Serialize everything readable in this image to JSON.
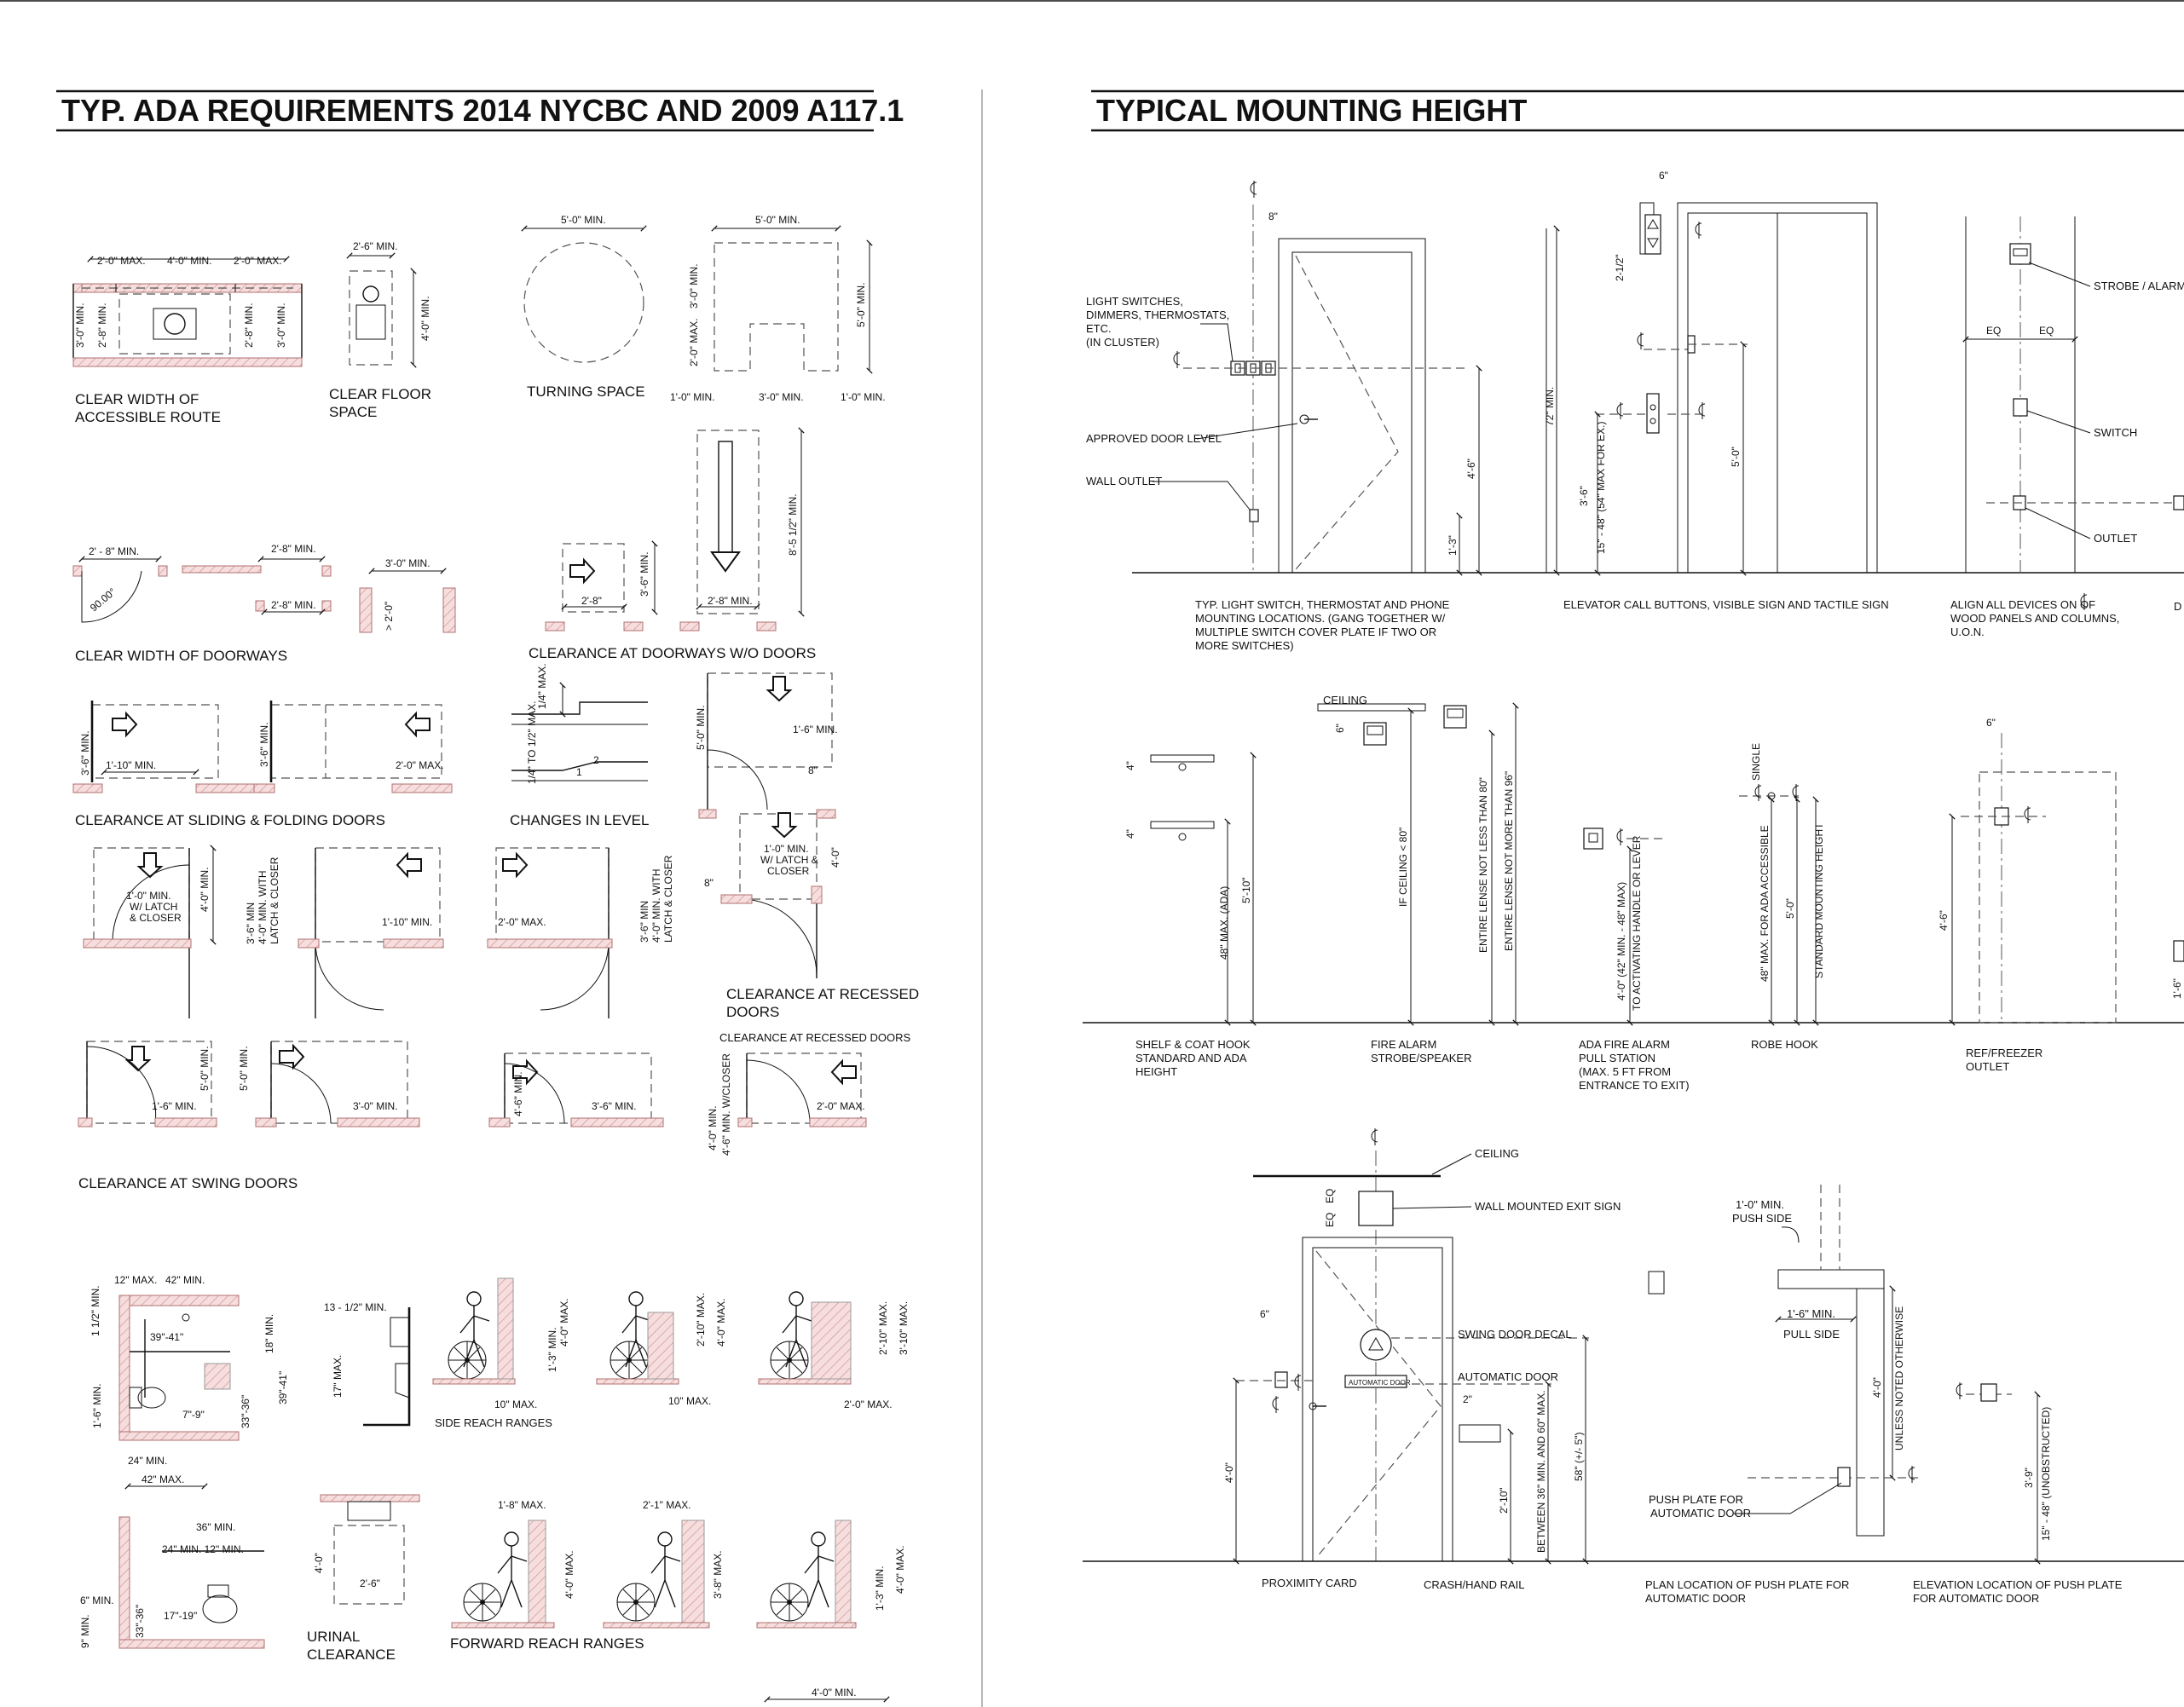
{
  "left_title": "TYP. ADA REQUIREMENTS 2014 NYCBC AND 2009 A117.1",
  "right_title": "TYPICAL MOUNTING HEIGHT",
  "ada": {
    "captions": {
      "clear_width_route": [
        "CLEAR WIDTH OF",
        "ACCESSIBLE ROUTE"
      ],
      "clear_floor_space": [
        "CLEAR FLOOR",
        "SPACE"
      ],
      "turning_space": "TURNING SPACE",
      "doorways": "CLEAR WIDTH OF DOORWAYS",
      "doorways_wo_doors": "CLEARANCE AT DOORWAYS W/O DOORS",
      "sliding_folding": "CLEARANCE AT SLIDING & FOLDING DOORS",
      "changes_in_level": "CHANGES IN LEVEL",
      "recessed_doors": [
        "CLEARANCE AT RECESSED",
        "DOORS"
      ],
      "recessed_doors_small": "CLEARANCE AT RECESSED DOORS",
      "swing_doors": "CLEARANCE AT SWING DOORS",
      "side_reach": "SIDE REACH RANGES",
      "urinal": [
        "URINAL",
        "CLEARANCE"
      ],
      "forward_reach": "FORWARD REACH RANGES"
    },
    "dims": {
      "d2_0_max": "2'-0\" MAX.",
      "d4_0_min": "4'-0\" MIN.",
      "d3_0_min": "3'-0\" MIN.",
      "d2_8_min": "2'-8\" MIN.",
      "d2_6_min": "2'-6\" MIN.",
      "d5_0_min": "5'-0\" MIN.",
      "d1_0_min": "1'-0\" MIN.",
      "d2_8_min_b": "2' - 8\" MIN.",
      "deg90": "90.00°",
      "d3_6_min": "3'-6\" MIN.",
      "d2_8": "2'-8\"",
      "d8_5_half": "8'-5 1/2\" MIN.",
      "gt2_0": "> 2'-0\"",
      "d1_10_min": "1'-10\" MIN.",
      "quarter_max": "1/4\" MAX.",
      "quarter_to_half": "1/4\" TO 1/2\" MAX.",
      "two": "2",
      "one": "1",
      "d1_6_min": "1'-6\" MIN.",
      "d8in": "8\"",
      "latch_closer": [
        "1'-0\" MIN.",
        "W/ LATCH",
        "& CLOSER"
      ],
      "latch_closer2": [
        "1'-0\" MIN.",
        "W/ LATCH &",
        "CLOSER"
      ],
      "with_latch": [
        "3'-6\" MIN",
        "4'-0\" MIN. WITH",
        "LATCH & CLOSER"
      ],
      "d4_0_min_latch": [
        "4'-0\" MIN.",
        "4'-6\" MIN. W/CLOSER"
      ],
      "d4_6_min": "4'-6\" MIN.",
      "d12_max": "12\" MAX.",
      "d42_min": "42\" MIN.",
      "d39_41": "39\"-41\"",
      "d33_36": "33\"-36\"",
      "d7_9": "7\"-9\"",
      "d24_min": "24\" MIN.",
      "d42_max": "42\" MAX.",
      "d18_min": "18\" MIN.",
      "d1_half_min": "1 1/2\" MIN.",
      "d1_6_min_b": "1'-6\" MIN.",
      "d13_half": "13 - 1/2\" MIN.",
      "d17_max": "17\" MAX.",
      "d4_0_max": "4'-0\" MAX.",
      "d1_3_min": "1'-3\" MIN.",
      "d10_max": "10\" MAX.",
      "d2_10_max": "2'-10\" MAX.",
      "d3_10_max": "3'-10\" MAX.",
      "d36_min": "36\" MIN.",
      "d24_12": "24\" MIN. 12\" MIN.",
      "d17_19": "17\"-19\"",
      "d6_min": "6\" MIN.",
      "d9_min": "9\" MIN.",
      "d4_0": "4'-0\"",
      "d2_6": "2'-6\"",
      "d1_8_max": "1'-8\" MAX.",
      "d2_1_max": "2'-1\" MAX.",
      "d3_8_max": "3'-8\" MAX.",
      "d4_0_min_b": "4'-0\" MIN."
    }
  },
  "mount": {
    "row1": {
      "light_switches": [
        "LIGHT SWITCHES,",
        "DIMMERS, THERMOSTATS,",
        "ETC.",
        "(IN CLUSTER)"
      ],
      "approved_door": "APPROVED DOOR LEVEL",
      "wall_outlet": "WALL OUTLET",
      "d8": "8\"",
      "d4_6": "4'-6\"",
      "d1_3": "1'-3\"",
      "note1": [
        "TYP. LIGHT SWITCH, THERMOSTAT AND PHONE",
        "MOUNTING LOCATIONS.  (GANG TOGETHER W/",
        " MULTIPLE SWITCH COVER PLATE IF TWO OR",
        "MORE SWITCHES)"
      ],
      "d6": "6\"",
      "d2_half": "2-1/2\"",
      "d72": "72\" MIN.",
      "d3_6": "3'-6\"",
      "d15_48": "15\" - 48\" (54\" MAX FOR EX.)",
      "d5_0": "5'-0\"",
      "note2": "ELEVATOR CALL BUTTONS, VISIBLE SIGN AND TACTILE SIGN",
      "strobe": "STROBE / ALARM",
      "eq": "EQ",
      "switch": "SWITCH",
      "outlet": "OUTLET",
      "note3": [
        "ALIGN ALL DEVICES ON     OF",
        "WOOD PANELS AND COLUMNS,",
        "U.O.N."
      ],
      "note3b": "D"
    },
    "row2": {
      "ceiling": "CEILING",
      "d6": "6\"",
      "d4": "4\"",
      "d48_ada": "48\" MAX. (ADA)",
      "d5_10": "5'-10\"",
      "shelf": [
        "SHELF & COAT HOOK",
        "STANDARD AND ADA",
        "HEIGHT"
      ],
      "if_ceiling": "IF CEILING < 80\"",
      "lens_80": "ENTIRE LENSE NOT LESS THAN 80\"",
      "lens_96": "ENTIRE LENSE NOT MORE THAN 96\"",
      "fire_alarm": [
        "FIRE ALARM",
        "STROBE/SPEAKER"
      ],
      "d4_0_42": "4'-0\" (42\" MIN. - 48\" MAX)",
      "to_handle": "TO ACTIVATING HANDLE OR LEVER",
      "ada_pull": [
        "ADA FIRE ALARM",
        "PULL STATION",
        "(MAX. 5 FT FROM",
        "ENTRANCE TO EXIT)"
      ],
      "single": "SINGLE",
      "d48_robe": "48\" MAX. FOR ADA ACCESSIBLE",
      "d5_0": "5'-0\"",
      "std_height": "STANDARD MOUNTING HEIGHT",
      "robe": "ROBE HOOK",
      "d4_6": "4'-6\"",
      "ref": [
        "REF/FREEZER",
        "OUTLET"
      ],
      "d1_6": "1'-6\""
    },
    "row3": {
      "ceiling": "CEILING",
      "exit_sign": "WALL MOUNTED EXIT SIGN",
      "eq": "EQ",
      "d6": "6\"",
      "swing_decal": "SWING DOOR DECAL",
      "auto_door": "AUTOMATIC DOOR",
      "auto_label": "AUTOMATIC DOOR",
      "d2": "2\"",
      "d4_0": "4'-0\"",
      "d2_10": "2'-10\"",
      "between": "BETWEEN 36\" MIN. AND 60\" MAX.",
      "d58": "58\" (+/- 5\")",
      "proximity": "PROXIMITY CARD",
      "crash": "CRASH/HAND RAIL",
      "push_side": [
        "1'-0\" MIN.",
        "PUSH SIDE"
      ],
      "pull_side": [
        "1'-6\" MIN.",
        "PULL SIDE"
      ],
      "d4_0b": "4'-0\"",
      "unless": "UNLESS NOTED OTHERWISE",
      "push_plate": [
        "PUSH PLATE FOR",
        "AUTOMATIC DOOR"
      ],
      "plan_loc": [
        "PLAN LOCATION OF PUSH PLATE FOR",
        "AUTOMATIC DOOR"
      ],
      "d3_9": "3'-9\"",
      "d15_48b": "15\" - 48\" (UNOBSTRUCTED)",
      "elev_loc": [
        "ELEVATION LOCATION OF PUSH PLATE",
        "FOR AUTOMATIC DOOR"
      ]
    }
  }
}
